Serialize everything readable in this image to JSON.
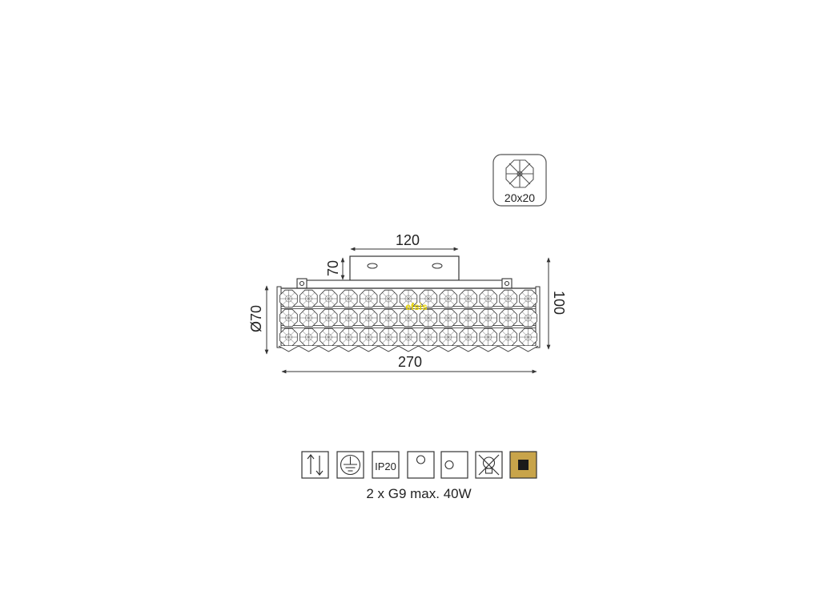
{
  "crystal_badge": {
    "label": "20x20"
  },
  "dimensions": {
    "mount_width": "120",
    "mount_height": "70",
    "body_diameter": "Ø70",
    "total_height": "100",
    "total_length": "270"
  },
  "watermark": "efsis",
  "icons": [
    {
      "name": "adjustable-height-icon"
    },
    {
      "name": "ground-connection-icon"
    },
    {
      "name": "ip-rating-icon",
      "text": "IP20"
    },
    {
      "name": "ceiling-mount-icon"
    },
    {
      "name": "wall-mount-icon"
    },
    {
      "name": "no-dimmer-icon"
    },
    {
      "name": "finish-color-icon",
      "color": "#c8a44a"
    }
  ],
  "spec_text": "2 x G9 max. 40W",
  "colors": {
    "line": "#333333",
    "gold": "#c8a44a",
    "watermark": "#e8d400"
  }
}
